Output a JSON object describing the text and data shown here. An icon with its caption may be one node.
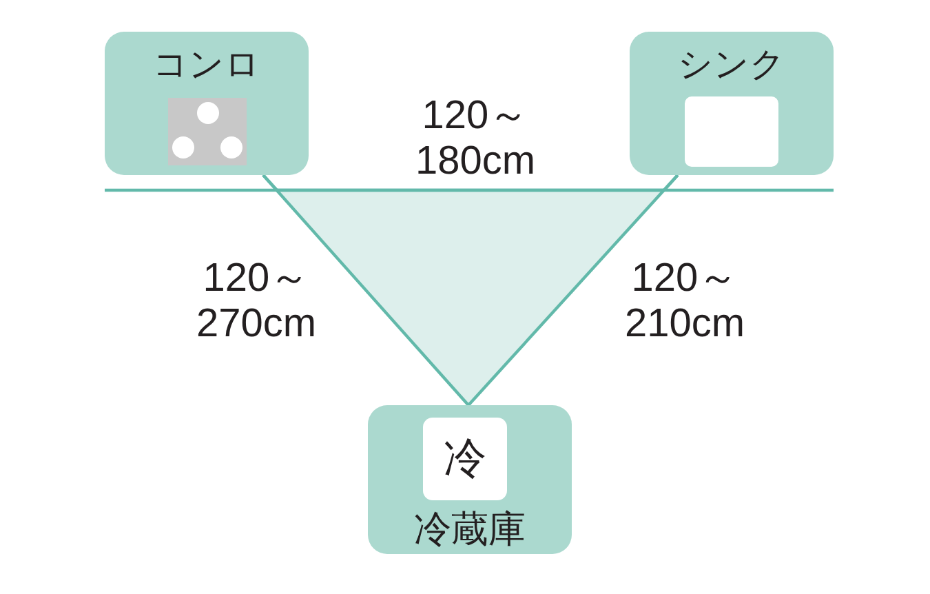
{
  "diagram": {
    "nodes": [
      {
        "text": [
          "コンロ"
        ]
      },
      {
        "text": [
          "シンク"
        ]
      },
      {
        "text": [
          "冷",
          "冷蔵庫"
        ]
      }
    ],
    "edges": [
      {
        "from": 0,
        "to": 1,
        "arrow": "none",
        "label": "120～ 180cm"
      },
      {
        "from": 0,
        "to": 2,
        "arrow": "none",
        "label": "120～ 270cm"
      },
      {
        "from": 1,
        "to": 2,
        "arrow": "none",
        "label": "120～ 210cm"
      }
    ]
  }
}
